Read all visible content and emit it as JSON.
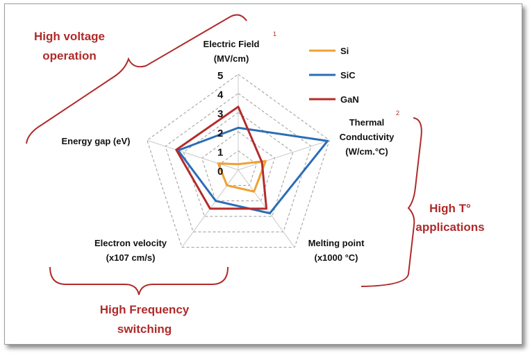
{
  "chart_data": {
    "type": "radar",
    "axes": [
      {
        "label_lines": [
          "Electric Field",
          "(MV/cm)"
        ],
        "superscript": "1"
      },
      {
        "label_lines": [
          "Thermal",
          "Conductivity",
          "(W/cm.°C)"
        ],
        "superscript": "2"
      },
      {
        "label_lines": [
          "Melting point",
          "(x1000 °C)"
        ],
        "superscript": ""
      },
      {
        "label_lines": [
          "Electron velocity",
          "(x107 cm/s)"
        ],
        "superscript": ""
      },
      {
        "label_lines": [
          "Energy gap (eV)"
        ],
        "superscript": ""
      }
    ],
    "range": [
      0,
      5
    ],
    "ticks": [
      "0",
      "1",
      "2",
      "3",
      "4",
      "5"
    ],
    "grid": true,
    "legend_position": "top-right",
    "series": [
      {
        "name": "Si",
        "color": "#f0a030",
        "values": [
          0.3,
          1.5,
          1.4,
          1.0,
          1.1
        ]
      },
      {
        "name": "SiC",
        "color": "#2a6db5",
        "values": [
          2.2,
          4.9,
          2.8,
          2.0,
          3.3
        ]
      },
      {
        "name": "GaN",
        "color": "#b52a2a",
        "values": [
          3.3,
          1.3,
          2.5,
          2.5,
          3.4
        ]
      }
    ]
  },
  "annotations": {
    "high_voltage": [
      "High voltage",
      "operation"
    ],
    "high_temp": [
      "High T°",
      "applications"
    ],
    "high_freq": [
      "High Frequency",
      "switching"
    ]
  },
  "annotation_color": "#b02a2a"
}
